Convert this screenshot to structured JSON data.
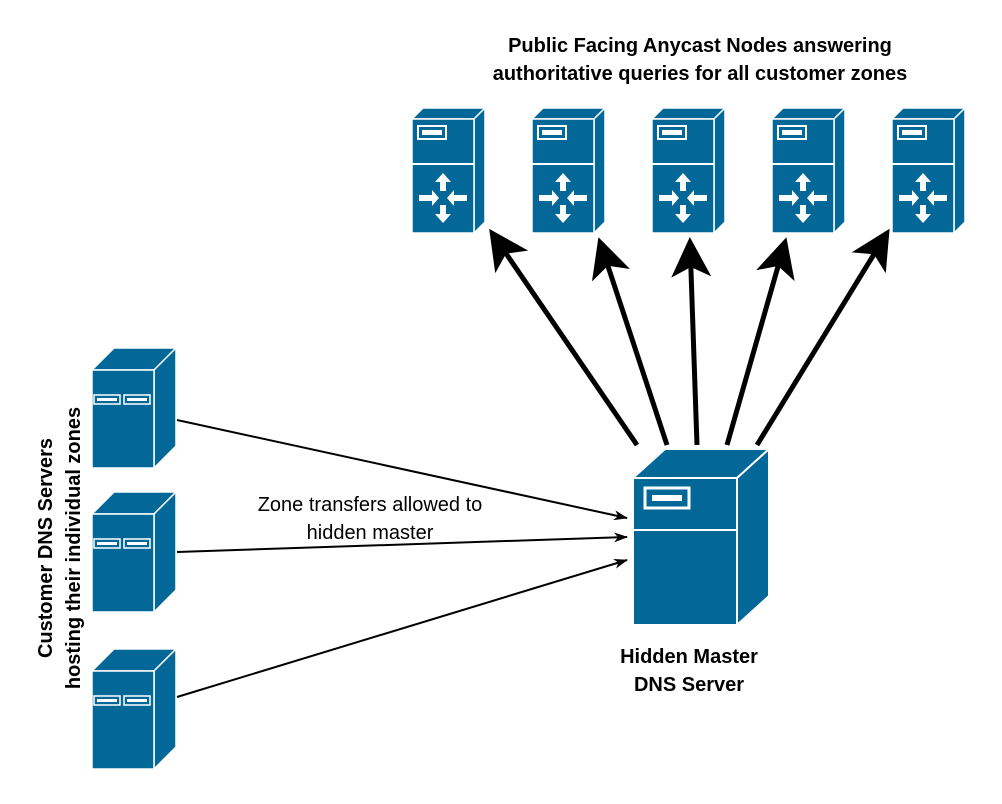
{
  "anycast": {
    "title_line1": "Public Facing Anycast Nodes answering",
    "title_line2": "authoritative queries  for all customer zones",
    "node_count": 5
  },
  "customer": {
    "label_line1": "Customer DNS Servers",
    "label_line2": "hosting their individual zones",
    "server_count": 3
  },
  "edge_label": {
    "line1": "Zone transfers allowed to",
    "line2": "hidden master"
  },
  "hidden_master": {
    "label_line1": "Hidden Master",
    "label_line2": "DNS Server"
  },
  "colors": {
    "server_fill": "#036897",
    "server_light": "#ffffff",
    "line": "#000000"
  }
}
